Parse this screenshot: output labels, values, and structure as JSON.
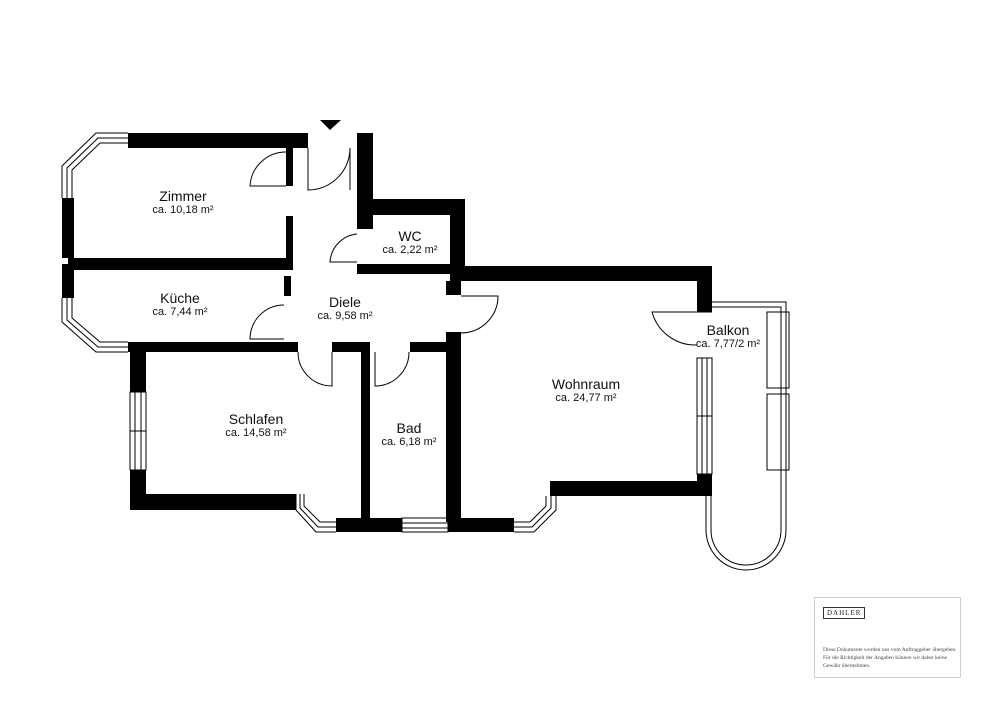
{
  "rooms": {
    "zimmer": {
      "name": "Zimmer",
      "area": "ca. 10,18 m²"
    },
    "wc": {
      "name": "WC",
      "area": "ca. 2,22 m²"
    },
    "kueche": {
      "name": "Küche",
      "area": "ca. 7,44 m²"
    },
    "diele": {
      "name": "Diele",
      "area": "ca. 9,58 m²"
    },
    "balkon": {
      "name": "Balkon",
      "area": "ca. 7,77/2 m²"
    },
    "wohnraum": {
      "name": "Wohnraum",
      "area": "ca. 24,77 m²"
    },
    "schlafen": {
      "name": "Schlafen",
      "area": "ca. 14,58 m²"
    },
    "bad": {
      "name": "Bad",
      "area": "ca. 6,18 m²"
    }
  },
  "stamp": {
    "logo": "DAHLER",
    "disclaimer": "Diese Dokumente wurden uns vom Auftraggeber übergeben. Für die Richtigkeit der Angaben können wir daher keine Gewähr übernehmen."
  },
  "colors": {
    "wall": "#000000",
    "window": "#000000",
    "background": "#ffffff"
  },
  "icons": {
    "entrance": "entrance-arrow-icon"
  }
}
